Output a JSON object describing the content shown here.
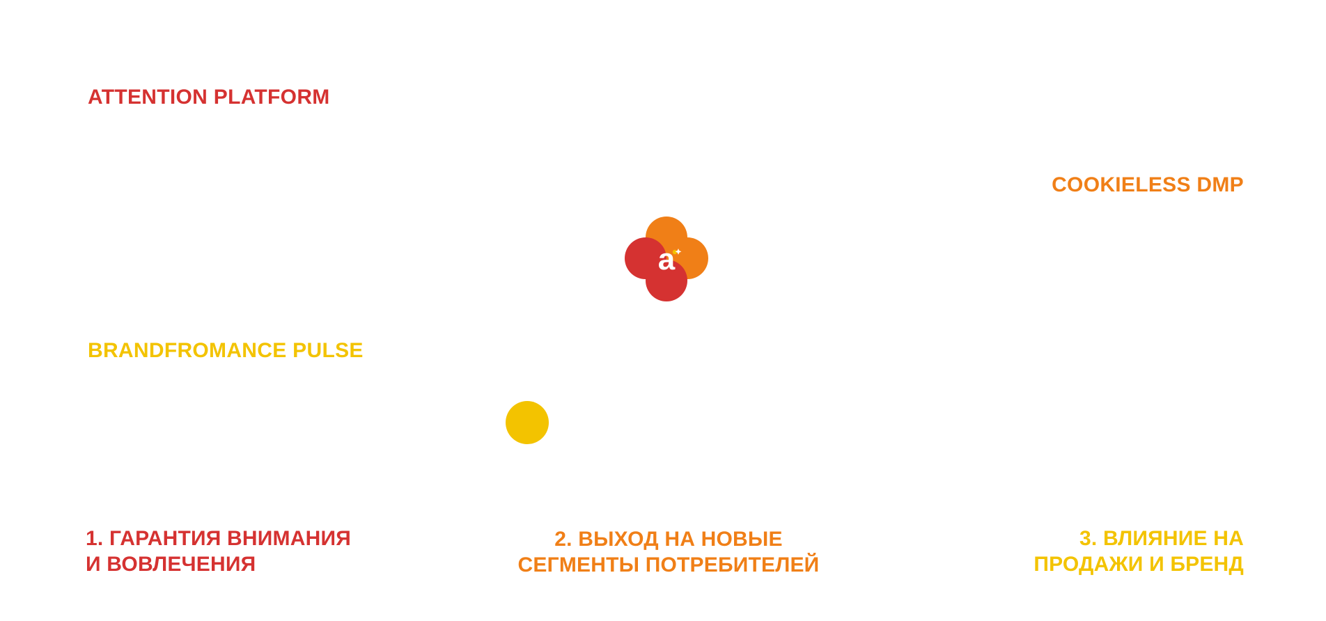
{
  "colors": {
    "red": "#d53231",
    "orange": "#f07f17",
    "yellow": "#f3c300",
    "background": "#ffffff"
  },
  "products": {
    "attention_platform": "ATTENTION PLATFORM",
    "cookieless_dmp": "COOKIELESS DMP",
    "brandfromance_pulse": "BRANDFROMANCE PULSE"
  },
  "logo": {
    "icon": "flower-logo-icon",
    "letter": "a"
  },
  "benefits": [
    {
      "lines": [
        "1. ГАРАНТИЯ ВНИМАНИЯ",
        "И ВОВЛЕЧЕНИЯ"
      ],
      "color": "#d53231"
    },
    {
      "lines": [
        "2. ВЫХОД НА НОВЫЕ",
        "СЕГМЕНТЫ ПОТРЕБИТЕЛЕЙ"
      ],
      "color": "#f07f17"
    },
    {
      "lines": [
        "3. ВЛИЯНИЕ НА",
        "ПРОДАЖИ И БРЕНД"
      ],
      "color": "#f3c300"
    }
  ]
}
